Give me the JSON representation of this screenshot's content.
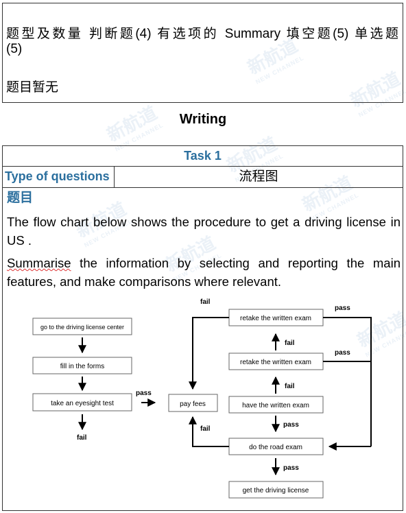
{
  "summary_box": {
    "line1": "题型及数量 判断题(4) 有选项的 Summary 填空题(5) 单选题",
    "line2": "(5)",
    "note": "题目暂无"
  },
  "section_heading": "Writing",
  "task": {
    "title": "Task 1",
    "type_label": "Type of questions",
    "type_value": "流程图",
    "question_heading": "题目",
    "prompt": "The flow chart below shows the procedure to get a driving license in US .",
    "instruction_first_word": "Summarise",
    "instruction_rest": " the information by selecting and reporting the main features, and make comparisons where relevant."
  },
  "watermark": {
    "text": "新航道",
    "sub": "NEW CHANNEL"
  },
  "flowchart": {
    "nodes": {
      "go": "go to the driving license center",
      "fill": "fill in the forms",
      "eye": "take an eyesight test",
      "pay": "pay fees",
      "retake1": "retake the written exam",
      "retake2": "retake the written exam",
      "written": "have the written exam",
      "road": "do the road exam",
      "license": "get the driving license"
    },
    "labels": {
      "pass": "pass",
      "fail": "fail"
    }
  }
}
